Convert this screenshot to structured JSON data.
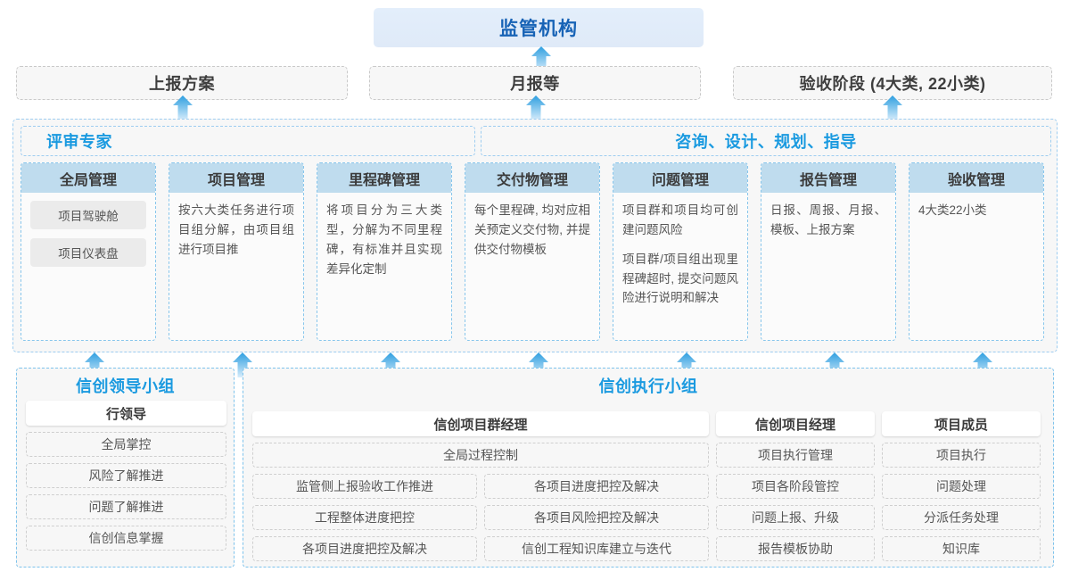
{
  "regulator": {
    "label": "监管机构"
  },
  "reports": [
    {
      "label": "上报方案"
    },
    {
      "label": "月报等"
    },
    {
      "label": "验收阶段 (4大类, 22小类)"
    }
  ],
  "middle": {
    "headers": [
      {
        "label": "评审专家"
      },
      {
        "label": "咨询、设计、规划、指导"
      }
    ],
    "cards": [
      {
        "title": "全局管理",
        "paras": [],
        "pills": [
          "项目驾驶舱",
          "项目仪表盘"
        ]
      },
      {
        "title": "项目管理",
        "paras": [
          "按六大类任务进行项目组分解，由项目组进行项目推"
        ],
        "pills": []
      },
      {
        "title": "里程碑管理",
        "paras": [
          "将项目分为三大类型，分解为不同里程碑，有标准并且实现差异化定制"
        ],
        "pills": []
      },
      {
        "title": "交付物管理",
        "paras": [
          "每个里程碑, 均对应相关预定义交付物, 并提供交付物模板"
        ],
        "pills": []
      },
      {
        "title": "问题管理",
        "paras": [
          "项目群和项目均可创建问题风险",
          "项目群/项目组出现里程碑超时, 提交问题风险进行说明和解决"
        ],
        "pills": []
      },
      {
        "title": "报告管理",
        "paras": [
          "日报、周报、月报、模板、上报方案"
        ],
        "pills": []
      },
      {
        "title": "验收管理",
        "paras": [
          "4大类22小类"
        ],
        "pills": []
      }
    ]
  },
  "bottom": {
    "lead_group": {
      "title": "信创领导小组",
      "role": "行领导",
      "tasks": [
        "全局掌控",
        "风险了解推进",
        "问题了解推进",
        "信创信息掌握"
      ]
    },
    "exec_group": {
      "title": "信创执行小组",
      "program_manager": {
        "role": "信创项目群经理",
        "wide_task": "全局过程控制",
        "rows": [
          [
            "监管侧上报验收工作推进",
            "各项目进度把控及解决"
          ],
          [
            "工程整体进度把控",
            "各项目风险把控及解决"
          ],
          [
            "各项目进度把控及解决",
            "信创工程知识库建立与迭代"
          ]
        ]
      },
      "project_manager": {
        "role": "信创项目经理",
        "tasks": [
          "项目执行管理",
          "项目各阶段管控",
          "问题上报、升级",
          "报告模板协助"
        ]
      },
      "project_member": {
        "role": "项目成员",
        "tasks": [
          "项目执行",
          "问题处理",
          "分派任务处理",
          "知识库"
        ]
      }
    }
  },
  "colors": {
    "accent_blue": "#1a9ae0",
    "title_blue": "#1763b6",
    "card_header": "#bfdcee",
    "arrow": "#3fa9e5"
  }
}
